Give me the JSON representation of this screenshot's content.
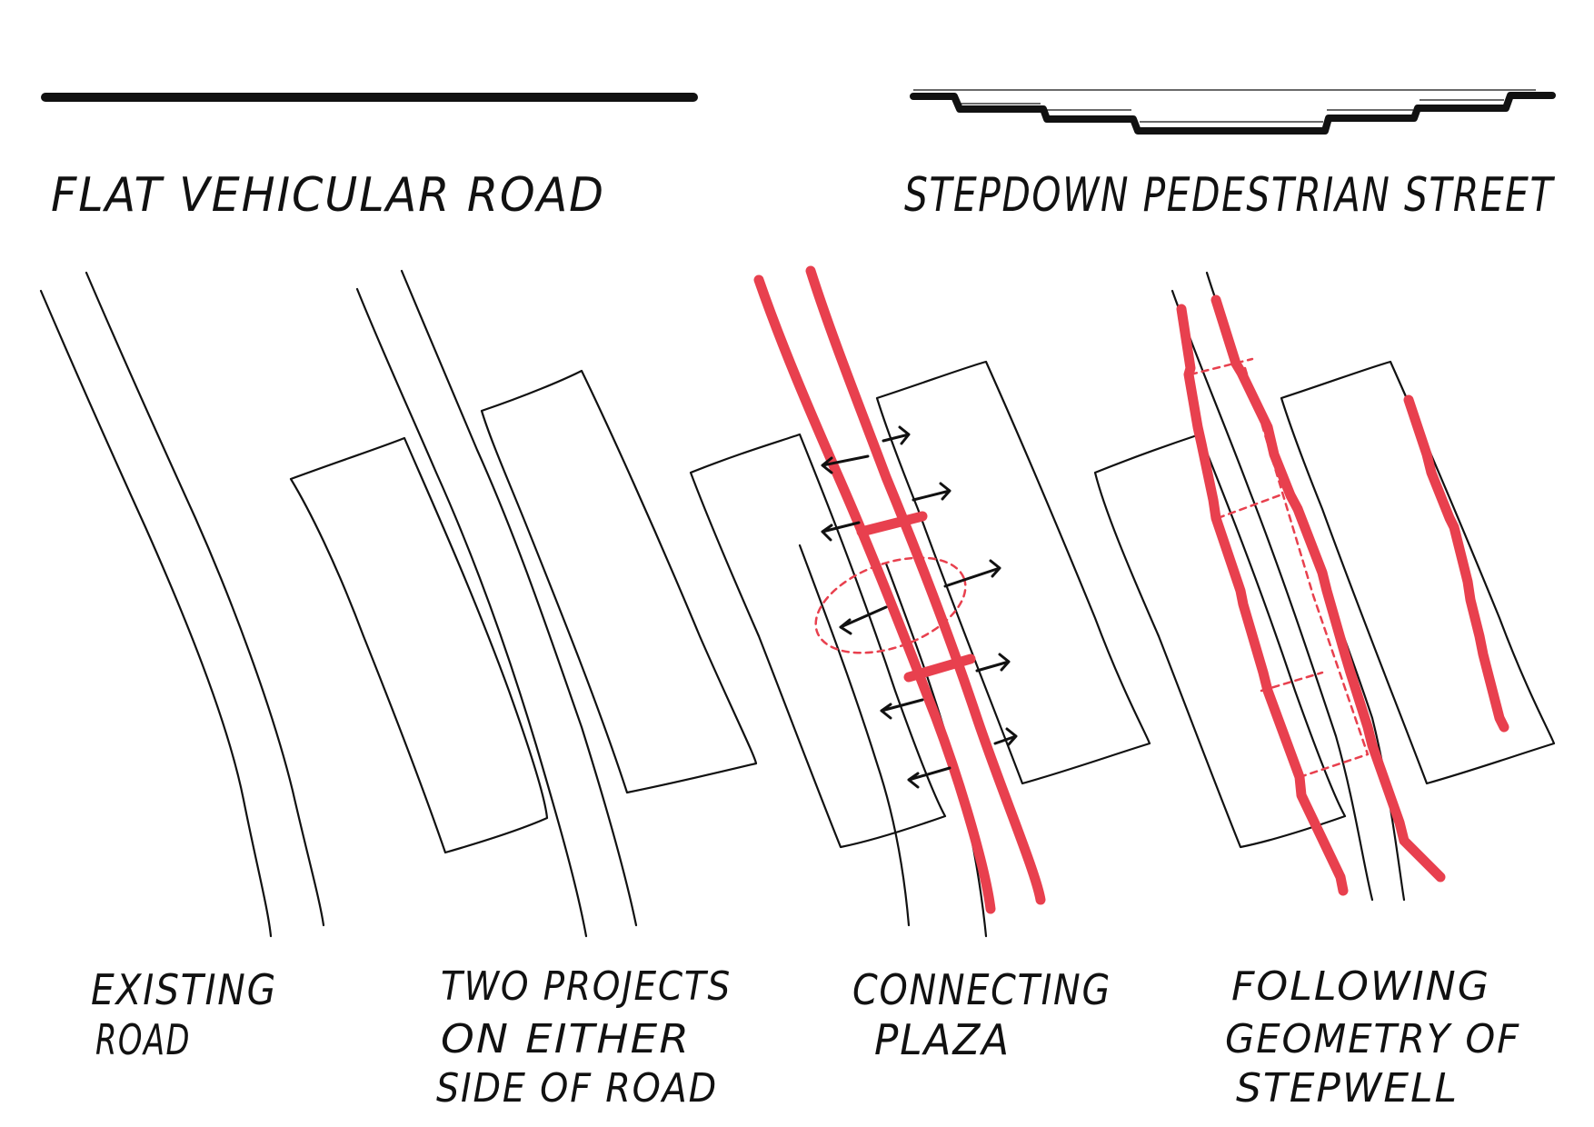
{
  "colors": {
    "ink": "#111111",
    "accent": "#e8404e"
  },
  "header": {
    "left_title": "FLAT VEHICULAR ROAD",
    "right_title": "STEPDOWN PEDESTRIAN STREET"
  },
  "panels": [
    {
      "line1": "EXISTING",
      "line2": "ROAD",
      "line3": ""
    },
    {
      "line1": "TWO PROJECTS",
      "line2": "ON EITHER",
      "line3": "SIDE OF ROAD"
    },
    {
      "line1": "CONNECTING",
      "line2": "PLAZA",
      "line3": ""
    },
    {
      "line1": "FOLLOWING",
      "line2": "GEOMETRY OF",
      "line3": "STEPWELL"
    }
  ]
}
